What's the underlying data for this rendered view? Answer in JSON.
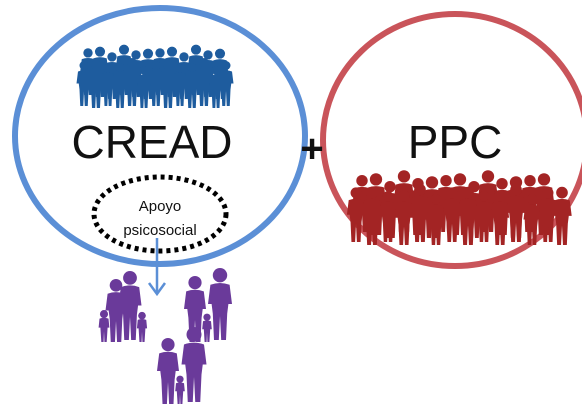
{
  "left_group": {
    "label": "CREAD",
    "circle_color": "#5b8fd6",
    "crowd_color": "#1e5c9e"
  },
  "operator": "+",
  "right_group": {
    "label": "PPC",
    "circle_color": "#c9545a",
    "crowd_color": "#a32424"
  },
  "sub_component": {
    "line1": "Apoyo",
    "line2": "psicosocial"
  },
  "arrow_color": "#5b8fd6",
  "families_color": "#6a3a9a"
}
